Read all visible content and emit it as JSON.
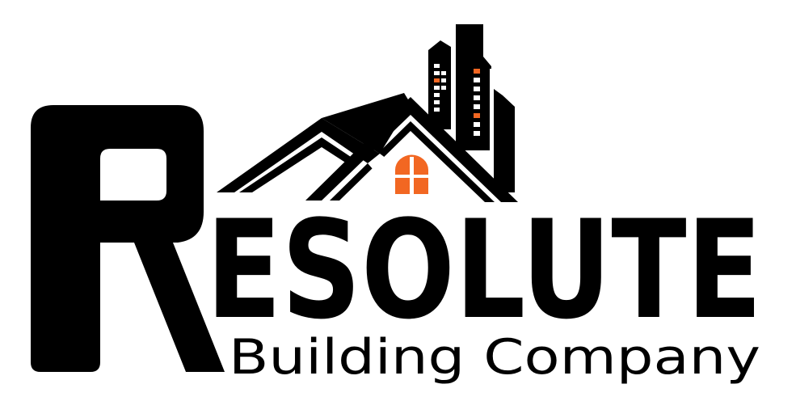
{
  "logo": {
    "brand_initial": "R",
    "brand_rest": "ESOLUTE",
    "tagline": "Building Company",
    "colors": {
      "primary": "#000000",
      "accent": "#f26722",
      "background": "#ffffff"
    },
    "icons": [
      "house-roof-icon",
      "skyscraper-icon",
      "arched-window-icon"
    ]
  }
}
